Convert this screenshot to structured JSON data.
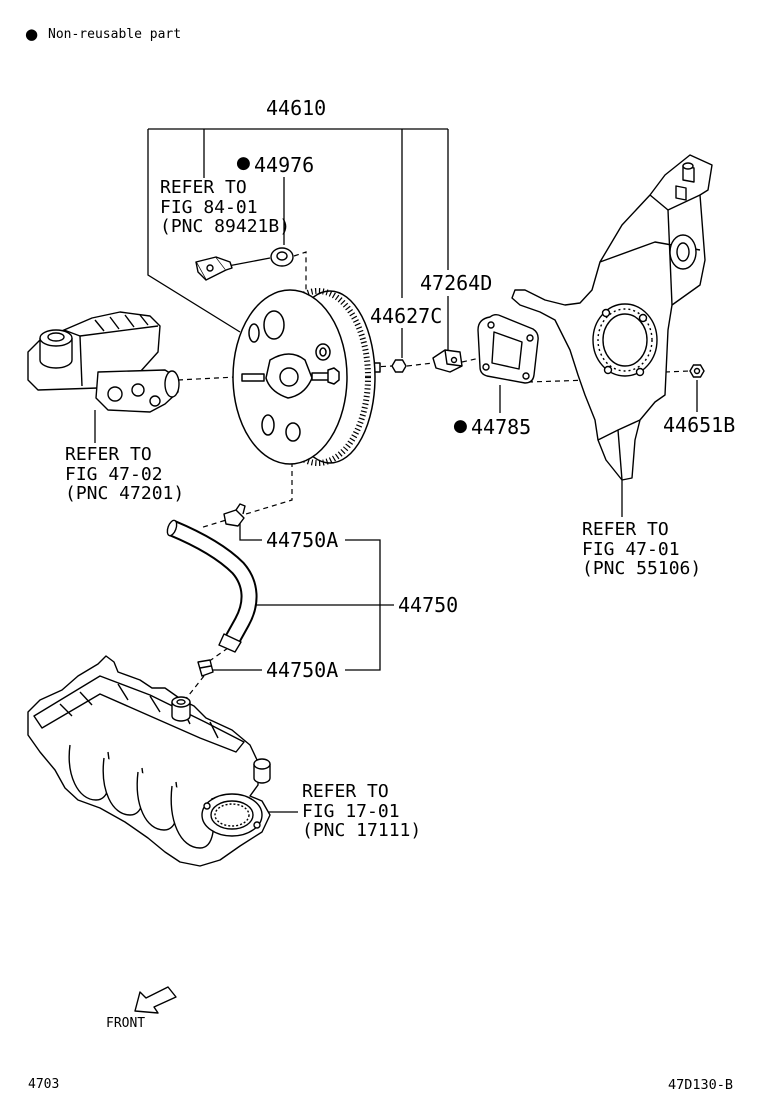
{
  "note": {
    "symbol": "●",
    "text": "Non-reusable part"
  },
  "callouts": {
    "booster_assy": "44610",
    "grommet": "44976",
    "clevis": "47264D",
    "nut": "44627C",
    "gasket": "44785",
    "bracket_nut": "44651B",
    "hose_clip_upper": "44750A",
    "hose": "44750",
    "hose_clip_lower": "44750A"
  },
  "references": {
    "fig_84_01": [
      "REFER TO",
      "FIG 84-01",
      "(PNC 89421B)"
    ],
    "fig_47_02": [
      "REFER TO",
      "FIG 47-02",
      "(PNC 47201)"
    ],
    "fig_47_01": [
      "REFER TO",
      "FIG 47-01",
      "(PNC 55106)"
    ],
    "fig_17_01": [
      "REFER TO",
      "FIG 17-01",
      "(PNC 17111)"
    ]
  },
  "front_label": "FRONT",
  "footer": {
    "illustration_no": "4703",
    "figure_code": "47D130-B"
  },
  "colors": {
    "ink": "#000000",
    "paper": "#ffffff"
  }
}
